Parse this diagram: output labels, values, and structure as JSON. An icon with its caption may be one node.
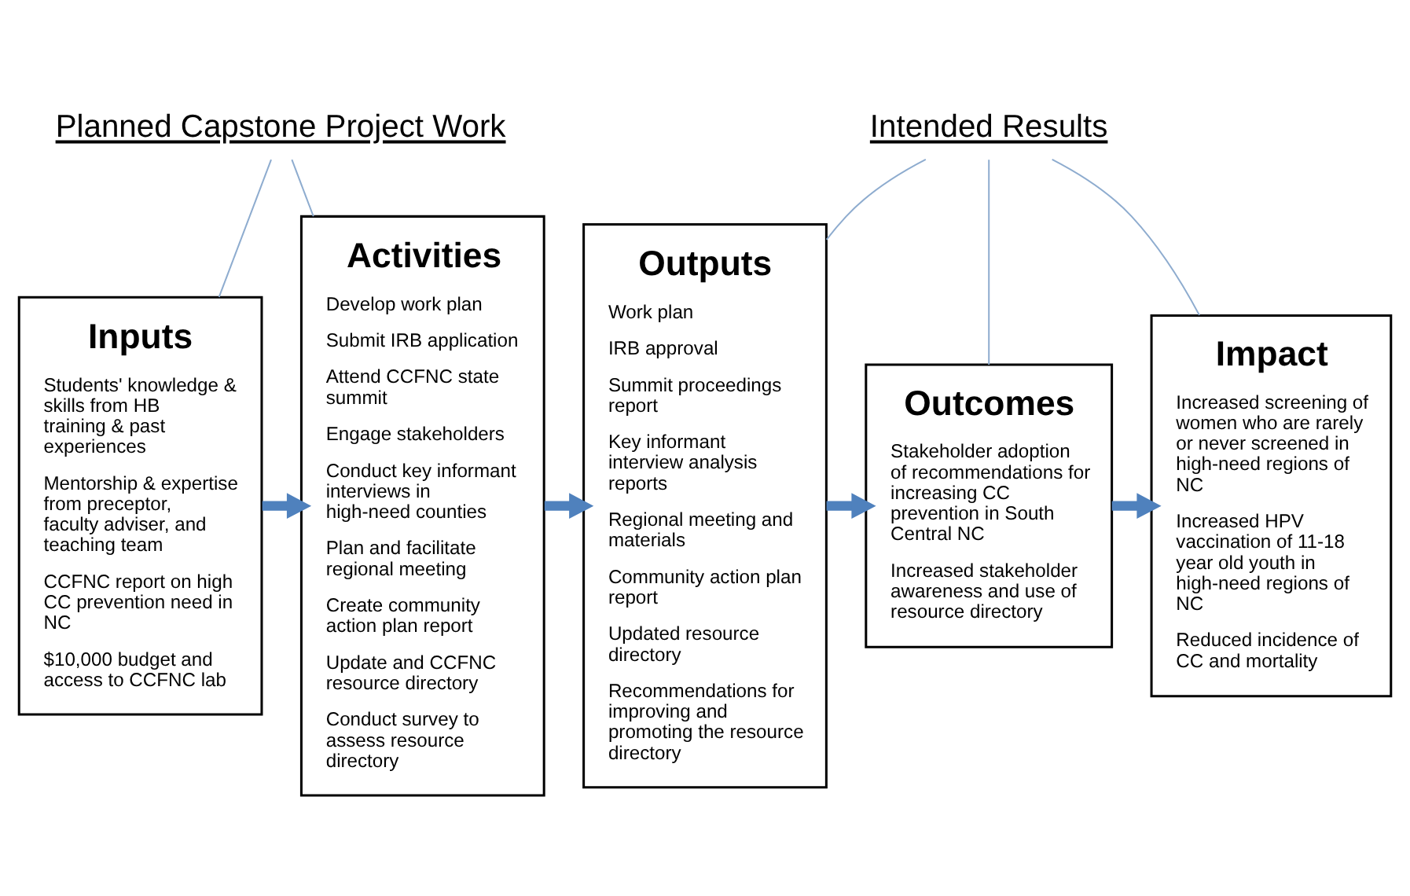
{
  "diagram": {
    "nodes": [
      {
        "text": [
          "Planned Capstone Project Work"
        ]
      },
      {
        "text": [
          "Intended Results"
        ]
      },
      {
        "text": [
          "Inputs",
          "Students' knowledge & skills from HB training & past experiences",
          "Mentorship & expertise from preceptor, faculty adviser, and teaching team",
          "CCFNC report on high CC prevention need in NC",
          "$10,000 budget and access to CCFNC lab"
        ]
      },
      {
        "text": [
          "Activities",
          "Develop work plan",
          "Submit IRB application",
          "Attend CCFNC state summit",
          "Engage stakeholders",
          "Conduct key informant interviews in high-need counties",
          "Plan and facilitate regional meeting",
          "Create community action plan report",
          "Update and CCFNC resource directory",
          "Conduct survey to assess resource directory"
        ]
      },
      {
        "text": [
          "Outputs",
          "Work plan",
          "IRB approval",
          "Summit proceedings report",
          "Key informant interview analysis reports",
          "Regional meeting and materials",
          "Community action plan report",
          "Updated resource directory",
          "Recommendations for improving and promoting the resource directory"
        ]
      },
      {
        "text": [
          "Outcomes",
          "Stakeholder adoption of recommendations for increasing CC prevention in South Central NC",
          "Increased stakeholder awareness and use of resource directory"
        ]
      },
      {
        "text": [
          "Impact",
          "Increased screening of women who are rarely or never screened in high-need regions of NC",
          "Increased HPV vaccination of 11-18 year old youth in high-need regions of NC",
          "Reduced incidence of CC and mortality"
        ]
      }
    ],
    "edges": [
      {
        "from": 0,
        "to": 2,
        "arrow": "none"
      },
      {
        "from": 0,
        "to": 3,
        "arrow": "none"
      },
      {
        "from": 1,
        "to": 4,
        "arrow": "none"
      },
      {
        "from": 1,
        "to": 5,
        "arrow": "none"
      },
      {
        "from": 1,
        "to": 6,
        "arrow": "none"
      },
      {
        "from": 2,
        "to": 3,
        "arrow": "to",
        "style": "thick",
        "color": "#4f81bd"
      },
      {
        "from": 3,
        "to": 4,
        "arrow": "to",
        "style": "thick",
        "color": "#4f81bd"
      },
      {
        "from": 4,
        "to": 5,
        "arrow": "to",
        "style": "thick",
        "color": "#4f81bd"
      },
      {
        "from": 5,
        "to": 6,
        "arrow": "to",
        "style": "thick",
        "color": "#4f81bd"
      }
    ]
  }
}
